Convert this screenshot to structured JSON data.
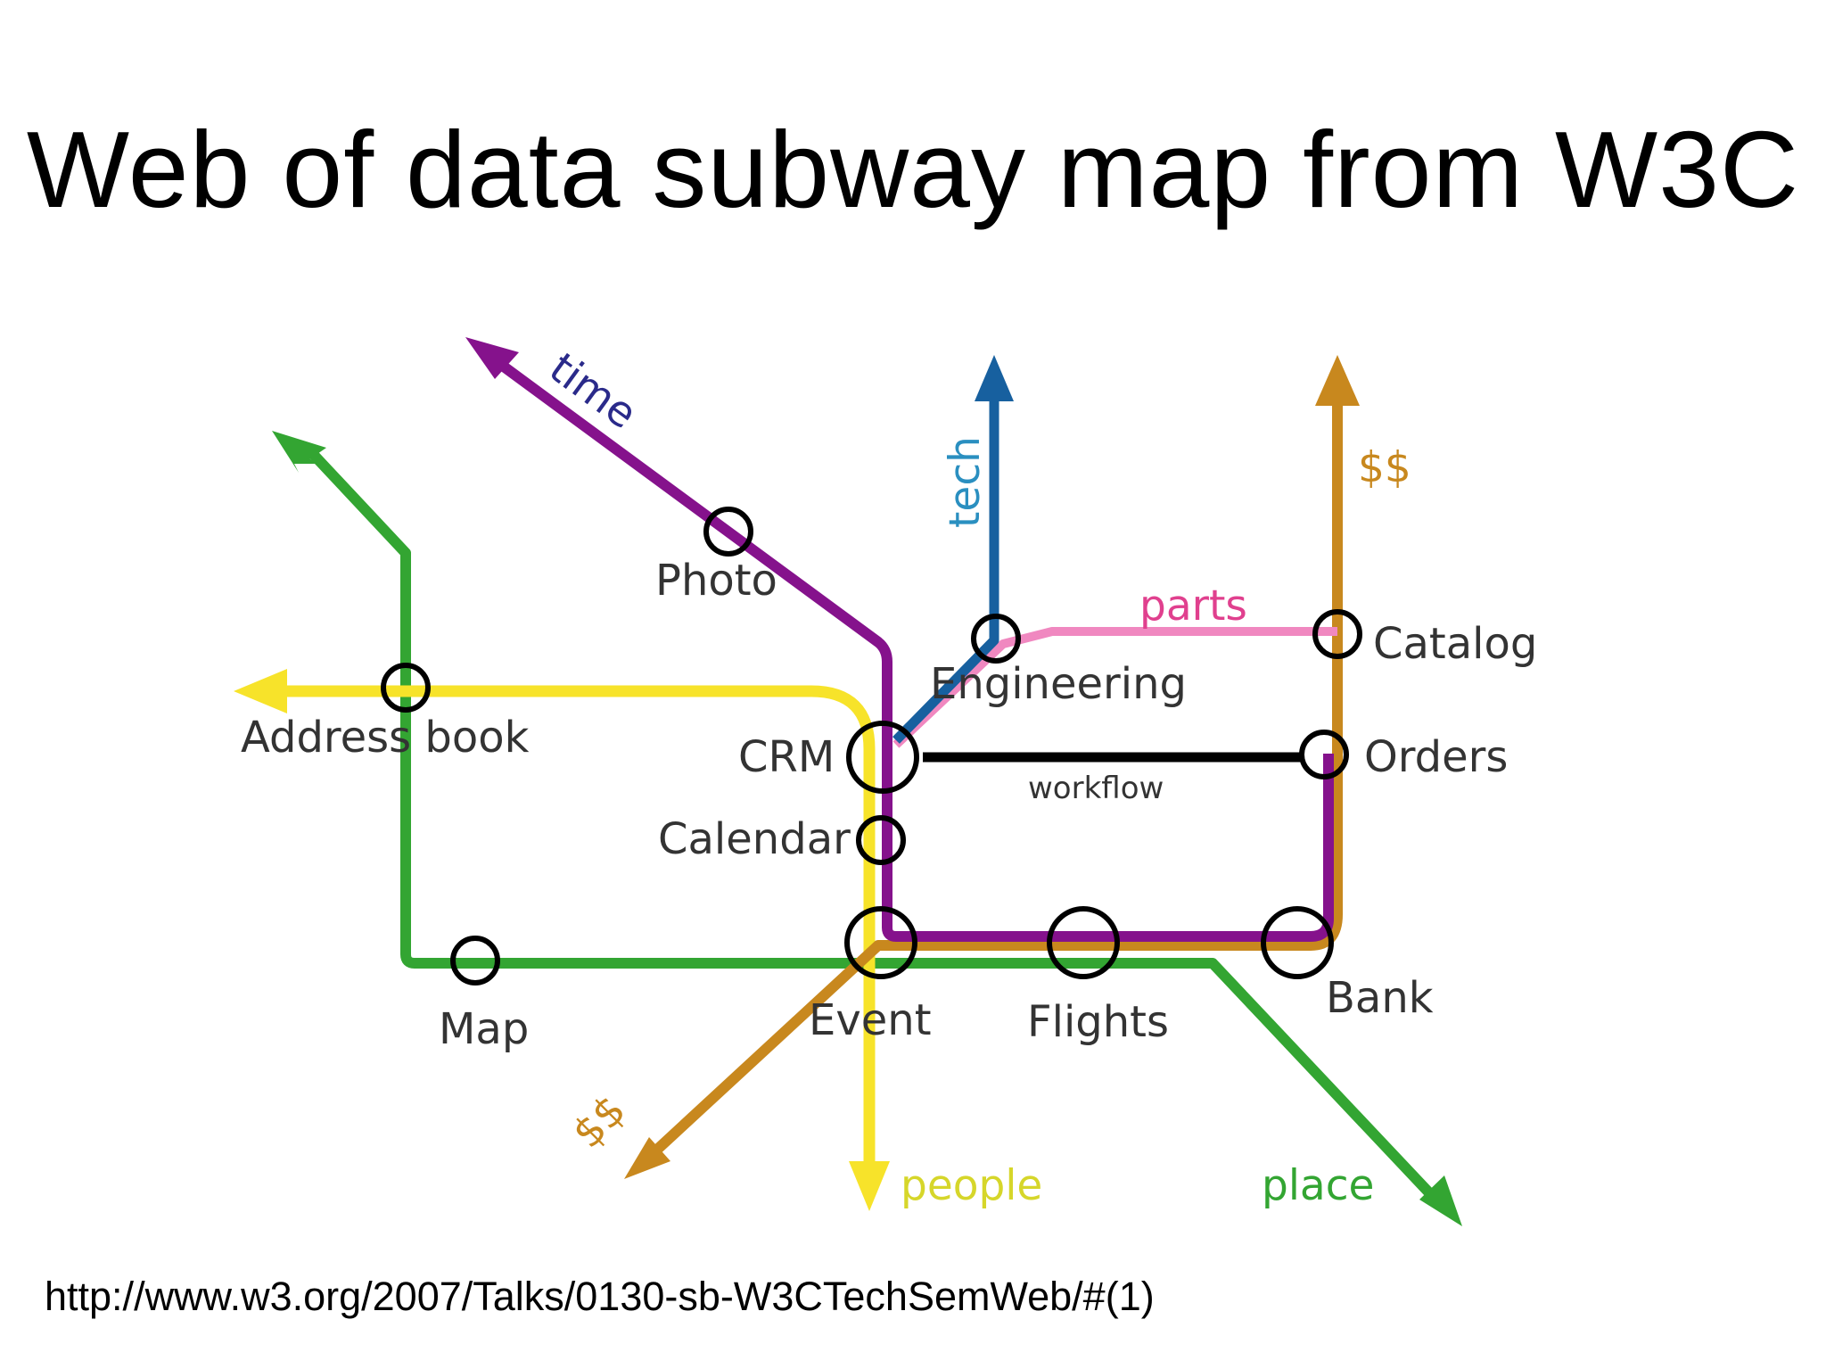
{
  "slide": {
    "title": "Web of data subway map from W3C",
    "source_url": "http://www.w3.org/2007/Talks/0130-sb-W3CTechSemWeb/#(1)"
  },
  "colors": {
    "purple": "#85128c",
    "green": "#33a532",
    "yellow": "#f7e32a",
    "blue": "#17609f",
    "pink": "#f088c0",
    "orange": "#c8881e",
    "black": "#000000"
  },
  "lines": {
    "time": "time",
    "tech": "tech",
    "parts": "parts",
    "money_top": "$$",
    "money_bottom": "$$",
    "workflow": "workflow",
    "people": "people",
    "place": "place"
  },
  "stations": {
    "photo": "Photo",
    "engineering": "Engineering",
    "catalog": "Catalog",
    "address_book": "Address book",
    "crm": "CRM",
    "orders": "Orders",
    "calendar": "Calendar",
    "map": "Map",
    "event": "Event",
    "flights": "Flights",
    "bank": "Bank"
  }
}
